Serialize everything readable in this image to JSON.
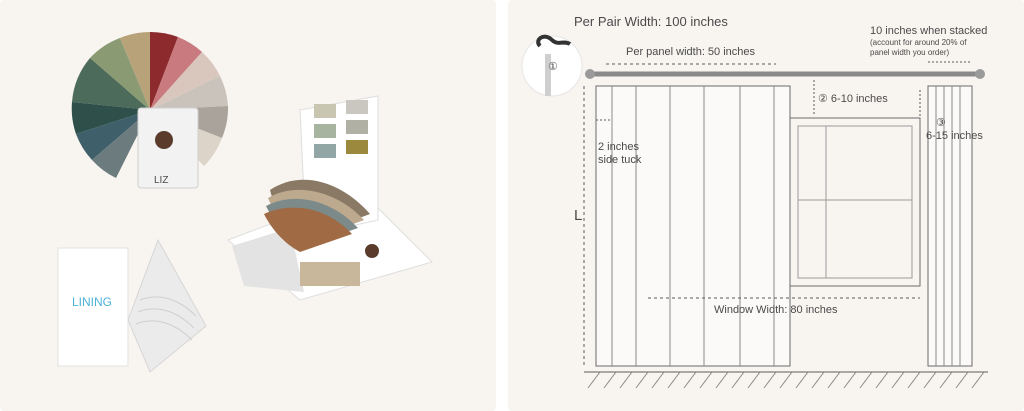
{
  "left": {
    "lining_label": "LINING",
    "swatch_card_text": "LIZ"
  },
  "diagram": {
    "per_pair_width": "Per Pair Width: 100 inches",
    "per_panel_width": "Per panel width: 50 inches",
    "stacked_title": "10 inches when stacked",
    "stacked_note_1": "(account for around 20% of",
    "stacked_note_2": "panel width you order)",
    "marker_1": "①",
    "marker_2": "② 6-10 inches",
    "marker_3": "③",
    "marker_3_value": "6-15 inches",
    "side_tuck_1": "2 inches",
    "side_tuck_2": "side tuck",
    "length_label": "L",
    "window_width": "Window Width: 80 inches"
  },
  "colors": {
    "background": "#f8f5f1",
    "line": "#5a5a5a",
    "lining_text": "#4fb2d8",
    "text": "#4a4a4a"
  }
}
